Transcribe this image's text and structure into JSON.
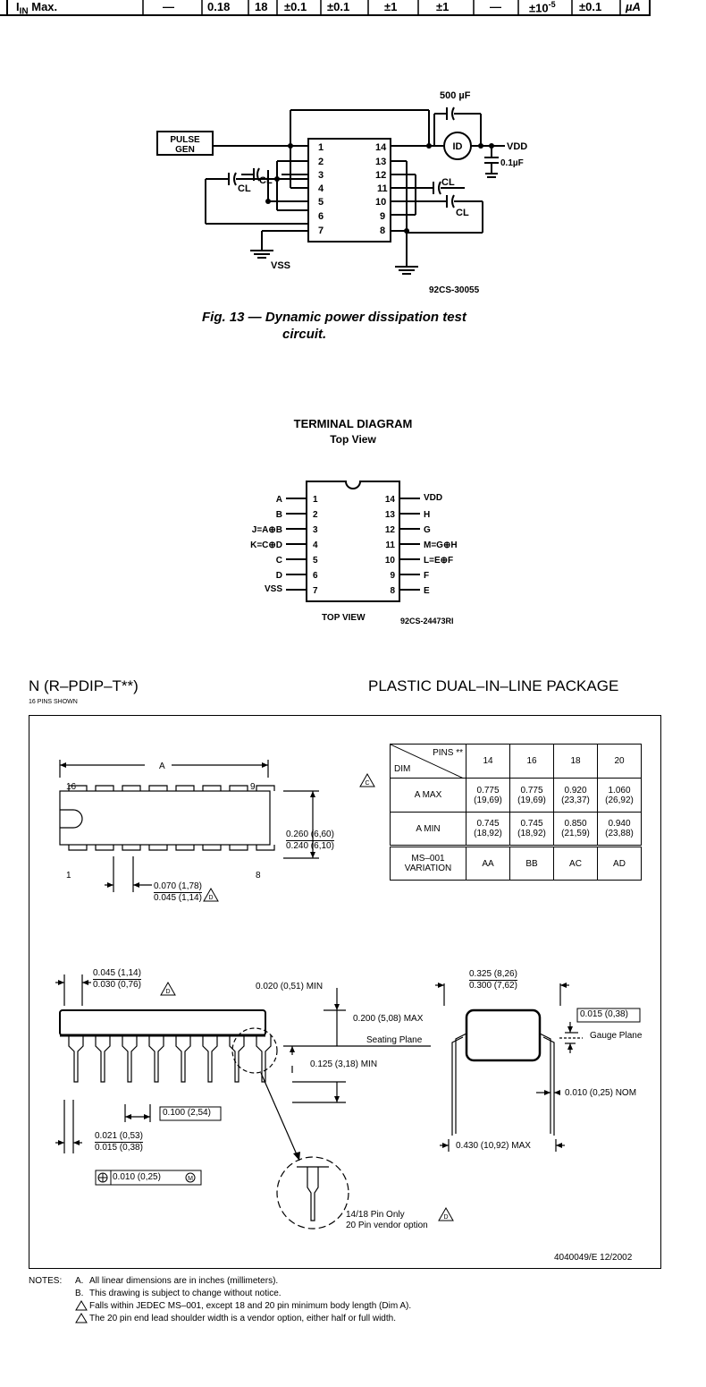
{
  "top_table_row": {
    "label": "I",
    "label_sub": "IN",
    "label_rest": " Max.",
    "cells": [
      "—",
      "0.18",
      "18",
      "±0.1",
      "±0.1",
      "±1",
      "±1",
      "—",
      "±10",
      "±0.1",
      "µA"
    ],
    "exp": "-5"
  },
  "fig13": {
    "pulse_gen": [
      "PULSE",
      "GEN"
    ],
    "cap_top": "500 µF",
    "id_label": "ID",
    "vdd": "VDD",
    "cap_small": "0.1µF",
    "cl": "CL",
    "vss": "VSS",
    "left_pins": [
      "1",
      "2",
      "3",
      "4",
      "5",
      "6",
      "7"
    ],
    "right_pins": [
      "14",
      "13",
      "12",
      "11",
      "10",
      "9",
      "8"
    ],
    "code": "92CS-30055",
    "caption_line1": "Fig. 13 — Dynamic power dissipation test",
    "caption_line2": "circuit."
  },
  "terminal": {
    "title": "TERMINAL DIAGRAM",
    "subtitle": "Top View",
    "left_labels": [
      "A",
      "B",
      "J=A⊕B",
      "K=C⊕D",
      "C",
      "D",
      "VSS"
    ],
    "left_pins": [
      "1",
      "2",
      "3",
      "4",
      "5",
      "6",
      "7"
    ],
    "right_pins": [
      "14",
      "13",
      "12",
      "11",
      "10",
      "9",
      "8"
    ],
    "right_labels": [
      "VDD",
      "H",
      "G",
      "M=G⊕H",
      "L=E⊕F",
      "F",
      "E"
    ],
    "top_view": "TOP VIEW",
    "code": "92CS-24473RI"
  },
  "package": {
    "left_title": "N (R–PDIP–T**)",
    "pins_shown": "16 PINS SHOWN",
    "right_title": "PLASTIC DUAL–IN–LINE PACKAGE",
    "dim_a": "A",
    "pin16": "16",
    "pin9": "9",
    "pin1": "1",
    "pin8": "8",
    "width_top": "0.260 (6,60)",
    "width_bot": "0.240 (6,10)",
    "shoulder_top": "0.070 (1,78)",
    "shoulder_bot": "0.045 (1,14)",
    "lead_top": "0.045 (1,14)",
    "lead_bot": "0.030 (0,76)",
    "min_020": "0.020 (0,51) MIN",
    "max_200": "0.200 (5,08) MAX",
    "seating": "Seating Plane",
    "min_125": "0.125 (3,18) MIN",
    "pitch": "0.100 (2,54)",
    "lead_w_top": "0.021 (0,53)",
    "lead_w_bot": "0.015 (0,38)",
    "tol": "0.010 (0,25)",
    "row_top": "0.325 (8,26)",
    "row_bot": "0.300 (7,62)",
    "gauge_val": "0.015 (0,38)",
    "gauge": "Gauge Plane",
    "nom": "0.010 (0,25) NOM",
    "max_430": "0.430 (10,92) MAX",
    "pin_only": "14/18 Pin Only",
    "vendor": "20 Pin vendor option",
    "doc_code": "4040049/E 12/2002",
    "table": {
      "corner_top": "PINS **",
      "corner_bot": "DIM",
      "cols": [
        "14",
        "16",
        "18",
        "20"
      ],
      "rows": [
        {
          "label": "A  MAX",
          "cells": [
            [
              "0.775",
              "(19,69)"
            ],
            [
              "0.775",
              "(19,69)"
            ],
            [
              "0.920",
              "(23,37)"
            ],
            [
              "1.060",
              "(26,92)"
            ]
          ]
        },
        {
          "label": "A  MIN",
          "cells": [
            [
              "0.745",
              "(18,92)"
            ],
            [
              "0.745",
              "(18,92)"
            ],
            [
              "0.850",
              "(21,59)"
            ],
            [
              "0.940",
              "(23,88)"
            ]
          ]
        },
        {
          "label": "MS–001 VARIATION",
          "cells": [
            [
              "AA"
            ],
            [
              "BB"
            ],
            [
              "AC"
            ],
            [
              "AD"
            ]
          ]
        }
      ]
    }
  },
  "notes": {
    "heading": "NOTES:",
    "items": [
      {
        "mark": "A.",
        "text": "All linear dimensions are in inches (millimeters)."
      },
      {
        "mark": "B.",
        "text": "This drawing is subject to change without notice."
      },
      {
        "mark": "C",
        "text": "Falls within JEDEC MS–001, except 18 and 20 pin minimum body length (Dim A)."
      },
      {
        "mark": "D",
        "text": "The 20 pin end lead shoulder width is a vendor option, either half or full width."
      }
    ]
  }
}
